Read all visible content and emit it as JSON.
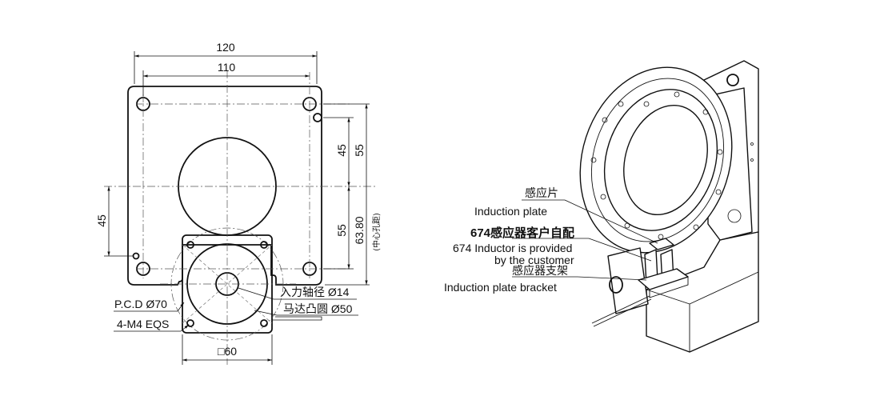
{
  "dimensions": {
    "overall_width": "120",
    "hole_spacing_width": "110",
    "upper_offset": "45",
    "upper_span": "55",
    "lower_span": "55",
    "center_distance": "63.80",
    "center_distance_note": "(中心孔距)",
    "left_offset": "45",
    "motor_square": "□60"
  },
  "callouts": {
    "pcd": "P.C.D Ø70",
    "tapped_holes": "4-M4 EQS",
    "input_shaft": "入力轴径 Ø14",
    "motor_boss": "马达凸圆 Ø50"
  },
  "sensor_labels": {
    "induction_plate_cn": "感应片",
    "induction_plate_en": "Induction plate",
    "inductor_cn": "674感应器客户自配",
    "inductor_en_line1": "674 Inductor is provided",
    "inductor_en_line2": "by the customer",
    "bracket_cn": "感应器支架",
    "bracket_en": "Induction plate bracket"
  }
}
